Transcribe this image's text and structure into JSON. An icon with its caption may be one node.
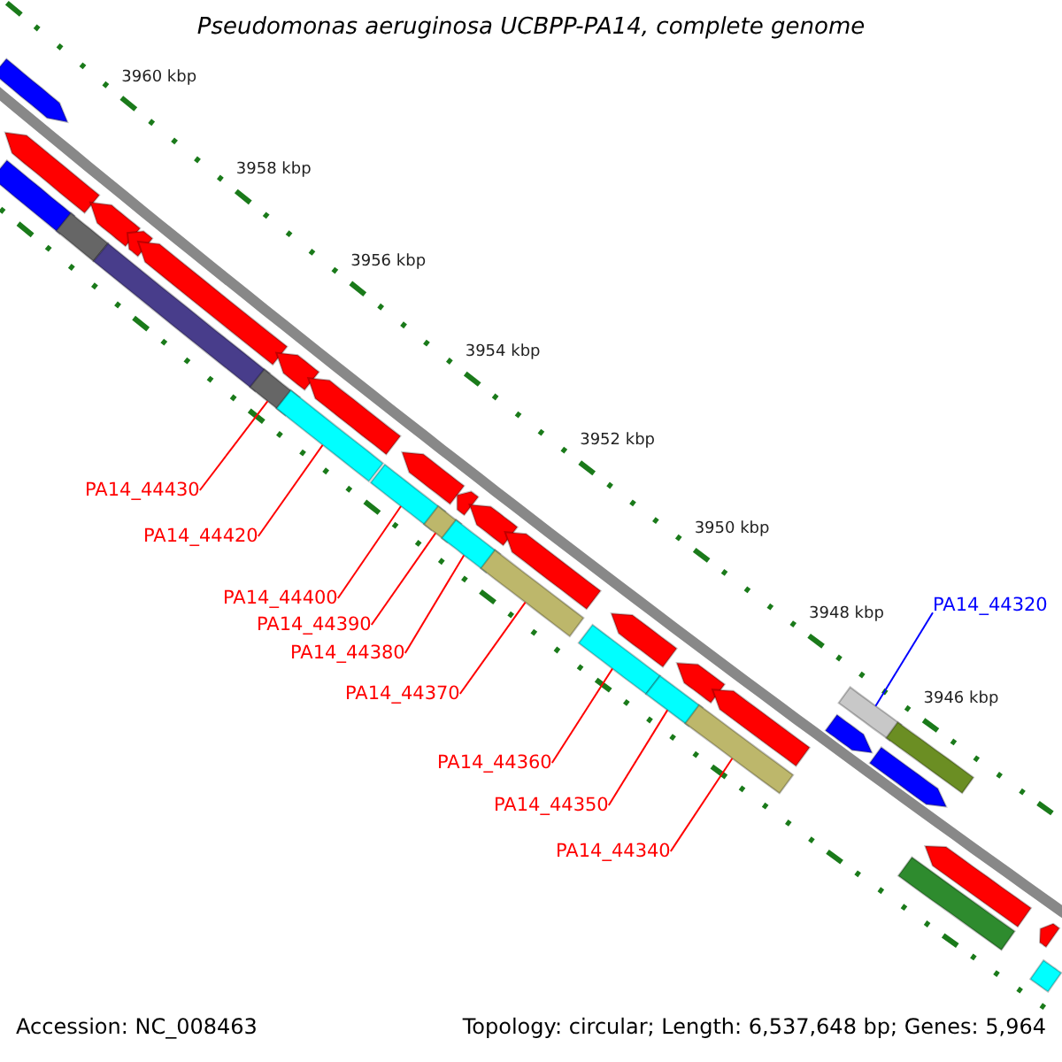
{
  "diagram": {
    "title": "Pseudomonas aeruginosa UCBPP-PA14, complete genome",
    "nodes": [
      {
        "text": [
          "PA14_44430"
        ]
      },
      {
        "text": [
          "PA14_44420"
        ]
      },
      {
        "text": [
          "PA14_44400"
        ]
      },
      {
        "text": [
          "PA14_44390"
        ]
      },
      {
        "text": [
          "PA14_44380"
        ]
      },
      {
        "text": [
          "PA14_44370"
        ]
      },
      {
        "text": [
          "PA14_44360"
        ]
      },
      {
        "text": [
          "PA14_44350"
        ]
      },
      {
        "text": [
          "PA14_44340"
        ]
      },
      {
        "text": [
          "PA14_44320"
        ]
      },
      {
        "text": [],
        "shape": "pentagon"
      },
      {
        "text": [],
        "shape": "pentagon"
      },
      {
        "text": [],
        "shape": "pentagon"
      },
      {
        "text": [],
        "shape": "pentagon"
      },
      {
        "text": [],
        "shape": "pentagon"
      },
      {
        "text": [],
        "shape": "pentagon"
      },
      {
        "text": [],
        "shape": "pentagon"
      },
      {
        "text": [],
        "shape": "pentagon"
      },
      {
        "text": [],
        "shape": "pentagon"
      },
      {
        "text": [],
        "shape": "pentagon"
      },
      {
        "text": [],
        "shape": "pentagon"
      },
      {
        "text": [],
        "shape": "pentagon"
      },
      {
        "text": [],
        "shape": "pentagon"
      },
      {
        "text": [],
        "shape": "pentagon"
      },
      {
        "text": [],
        "shape": "bar"
      },
      {
        "text": [],
        "shape": "bar"
      },
      {
        "text": [],
        "shape": "bar"
      },
      {
        "text": [],
        "shape": "bar"
      },
      {
        "text": [],
        "shape": "bar"
      },
      {
        "text": [],
        "shape": "bar"
      },
      {
        "text": [],
        "shape": "bar"
      },
      {
        "text": [],
        "shape": "bar"
      },
      {
        "text": [],
        "shape": "bar"
      },
      {
        "text": [],
        "shape": "bar"
      },
      {
        "text": [],
        "shape": "bar"
      },
      {
        "text": [],
        "shape": "bar"
      },
      {
        "text": [],
        "shape": "bar"
      },
      {
        "text": [],
        "shape": "pentagon"
      },
      {
        "text": [],
        "shape": "pentagon"
      },
      {
        "text": [],
        "shape": "bar"
      },
      {
        "text": [],
        "shape": "pentagon"
      },
      {
        "text": [],
        "shape": "pentagon"
      },
      {
        "text": [],
        "shape": "bar"
      },
      {
        "text": [],
        "shape": "bar"
      }
    ],
    "edges": [
      {
        "from": 0,
        "to": 27,
        "arrow": "none"
      },
      {
        "from": 1,
        "to": 28,
        "arrow": "none"
      },
      {
        "from": 2,
        "to": 29,
        "arrow": "none"
      },
      {
        "from": 3,
        "to": 30,
        "arrow": "none"
      },
      {
        "from": 4,
        "to": 31,
        "arrow": "none"
      },
      {
        "from": 5,
        "to": 32,
        "arrow": "none"
      },
      {
        "from": 6,
        "to": 33,
        "arrow": "none"
      },
      {
        "from": 7,
        "to": 34,
        "arrow": "none"
      },
      {
        "from": 8,
        "to": 35,
        "arrow": "none"
      },
      {
        "from": 9,
        "to": 36,
        "arrow": "none",
        "color": "#0000ff"
      }
    ],
    "labels": [
      "3960 kbp",
      "3958 kbp",
      "3956 kbp",
      "3954 kbp",
      "3952 kbp",
      "3950 kbp",
      "3948 kbp",
      "3946 kbp",
      "Accession: NC_008463",
      "Topology: circular; Length: 6,537,648 bp; Genes: 5,964"
    ]
  }
}
